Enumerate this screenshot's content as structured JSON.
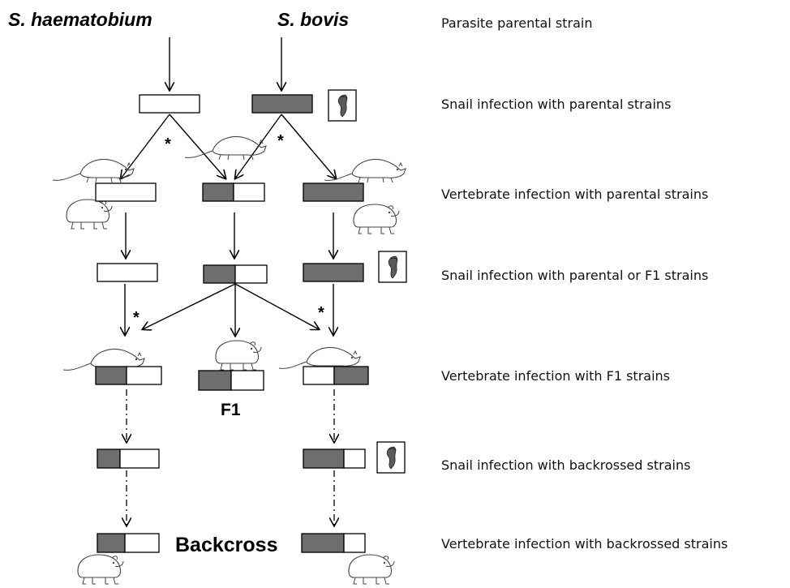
{
  "parents": {
    "left": "S. haematobium",
    "right": "S. bovis"
  },
  "steps": [
    "Parasite parental strain",
    "Snail infection with parental strains",
    "Vertebrate infection with parental strains",
    "Snail infection with parental or F1 strains",
    "Vertebrate infection with F1 strains",
    "Snail infection with backrossed strains",
    "Vertebrate infection with backrossed strains"
  ],
  "labels": {
    "f1": "F1",
    "backcross": "Backcross",
    "asterisk": "*"
  },
  "colors": {
    "filled": "#6e6e6e",
    "empty": "#ffffff",
    "stroke": "#000000"
  },
  "icons": [
    "rodent-icon",
    "snail-icon"
  ]
}
